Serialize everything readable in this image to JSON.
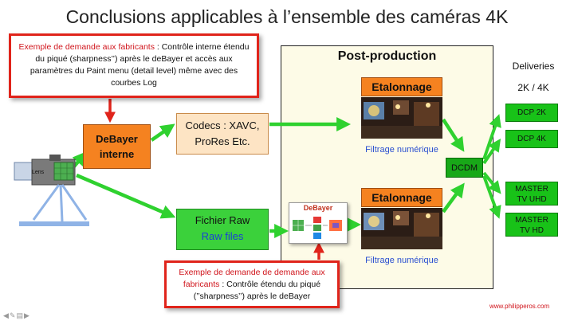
{
  "title": "Conclusions applicables à l’ensemble des caméras 4K",
  "note_top": {
    "prefix": "Exemple de demande aux fabricants",
    "body": " : Contrôle interne étendu du piqué (sharpness’’) après le deBayer et accès aux paramètres du Paint menu (detail level) même avec des courbes Log"
  },
  "note_bottom": {
    "prefix": "Exemple de demande de demande aux fabricants",
    "body": " :  Contrôle étendu du piqué (’’sharpness’’) après le deBayer"
  },
  "camera": {
    "lens_label": "Lens"
  },
  "debayer_interne": {
    "line1": "DeBayer",
    "line2": "interne"
  },
  "codecs": {
    "line1": "Codecs : XAVC,",
    "line2": "ProRes  Etc."
  },
  "raw": {
    "line1": "Fichier Raw",
    "line2": "Raw files"
  },
  "debayer_small": {
    "label": "DeBayer"
  },
  "post_production": {
    "title": "Post-production"
  },
  "etalonnage_top": {
    "label": "Etalonnage",
    "caption": "Filtrage numérique"
  },
  "etalonnage_bottom": {
    "label": "Etalonnage",
    "caption": "Filtrage numérique"
  },
  "dcdm": {
    "label": "DCDM"
  },
  "deliveries": {
    "title": "Deliveries",
    "subtitle": "2K / 4K",
    "items": [
      {
        "line1": "DCP 2K",
        "line2": ""
      },
      {
        "line1": "DCP 4K",
        "line2": ""
      },
      {
        "line1": "MASTER",
        "line2": "TV UHD"
      },
      {
        "line1": "MASTER",
        "line2": "TV HD"
      }
    ]
  },
  "watermark": "www.philipperos.com",
  "colors": {
    "arrow_green": "#2fd12f",
    "alert_red": "#e0241b",
    "orange": "#f58220",
    "post_bg": "#fdfbe7",
    "filtrage_blue": "#2a4fd0"
  }
}
